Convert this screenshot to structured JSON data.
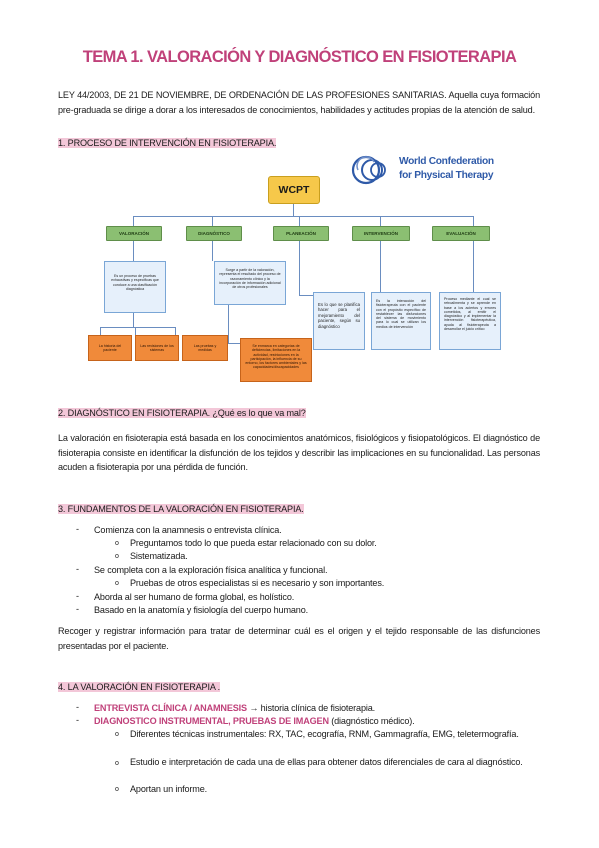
{
  "title": "TEMA 1. VALORACIÓN Y DIAGNÓSTICO EN FISIOTERAPIA",
  "intro": "LEY 44/2003, DE 21 DE NOVIEMBRE, DE ORDENACIÓN DE LAS PROFESIONES SANITARIAS. Aquella cuya formación pre-graduada se dirige a dorar a los interesados de conocimientos, habilidades y actitudes propias de la atención de salud.",
  "section1": {
    "heading": "1. PROCESO DE INTERVENCIÓN EN FISIOTERAPIA."
  },
  "diagram": {
    "logo_line1": "World Confederation",
    "logo_line2": "for Physical Therapy",
    "root": "WCPT",
    "headers": [
      "VALORACIÓN",
      "DIAGNÓSTICO",
      "PLANEACIÓN",
      "INTERVENCIÓN",
      "EVALUACIÓN"
    ],
    "valoracion_box": "Es un proceso de pruebas exhaustivas y específicas que conduce a una clasificación diagnóstica",
    "diagnostico_box": "Surge a partir de la valoración, representa el resultado del proceso de razonamiento clínico y la incorporación de información adicional de otros profesionales",
    "planeacion_box": "Es lo que se planifica hacer para el mejoramiento del paciente, según su diagnóstico",
    "intervencion_box": "Es la interacción del fisioterapeuta con el paciente con el propósito específico de restablecer las disfunciones del sistema de movimiento para lo cual se utilizan los medios de intervención",
    "evaluacion_box": "Proceso mediante el cual se retroalimenta y se aprende en base a los aciertos y errores cometidos, al emitir el diagnóstico y al implementar la intervención fisioterapéutica, ayuda al fisioterapeuta a desarrollar el juicio crítico",
    "orange_boxes": [
      "La historia del paciente",
      "Las revisiones de los sistemas",
      "Las pruebas y medidas"
    ],
    "diagnostico_orange": "Se enmarca en categorías de deficiencias, limitaciones en la actividad, restricciones en la participación, la influencia de su entorno, los factores ambientales y las capacidades/discapacidades"
  },
  "section2": {
    "heading": "2. DIAGNÓSTICO EN FISIOTERAPIA. ¿Qué es lo que va mal?",
    "text": "La valoración en fisioterapia está basada en los conocimientos anatómicos, fisiológicos y fisiopatológicos. El diagnóstico de fisioterapia consiste en identificar la disfunción de los tejidos y describir las implicaciones en su funcionalidad. Las personas acuden a fisioterapia por una pérdida de función."
  },
  "section3": {
    "heading": "3. FUNDAMENTOS DE LA VALORACIÓN EN FISIOTERAPIA.",
    "items": [
      "Comienza con la anamnesis o entrevista clínica.",
      "Preguntamos todo lo que pueda estar relacionado con su dolor.",
      "Sistematizada.",
      "Se completa con a la exploración física analítica y funcional.",
      "Pruebas de otros especialistas si es necesario y son importantes.",
      "Aborda al ser humano de forma global, es holístico.",
      "Basado en la anatomía y fisiología del cuerpo humano."
    ],
    "text": "Recoger y registrar información para tratar de determinar cuál es el origen y el tejido responsable de las disfunciones presentadas por el paciente."
  },
  "section4": {
    "heading": "4. LA VALORACIÓN EN FISIOTERAPIA .",
    "item1_strong": "ENTREVISTA CLÍNICA / ANAMNESIS",
    "item1_rest": " → historia clínica de fisioterapia.",
    "item2_strong": "DIAGNOSTICO INSTRUMENTAL, PRUEBAS DE IMAGEN",
    "item2_rest": " (diagnóstico médico).",
    "sub1": "Diferentes técnicas instrumentales: RX, TAC, ecografía, RNM, Gammagrafía, EMG, teletermografía.",
    "sub2": "Estudio e interpretación de cada una de ellas para obtener datos diferenciales de cara al diagnóstico.",
    "sub3": "Aportan un informe."
  },
  "glyphs": {
    "dash": "-",
    "circle": "o"
  },
  "colors": {
    "title": "#c0417a",
    "highlight": "#f3c7d8",
    "header_green": "#8bbf72",
    "orange": "#f08a3a",
    "logo_blue": "#2f5aa8"
  }
}
